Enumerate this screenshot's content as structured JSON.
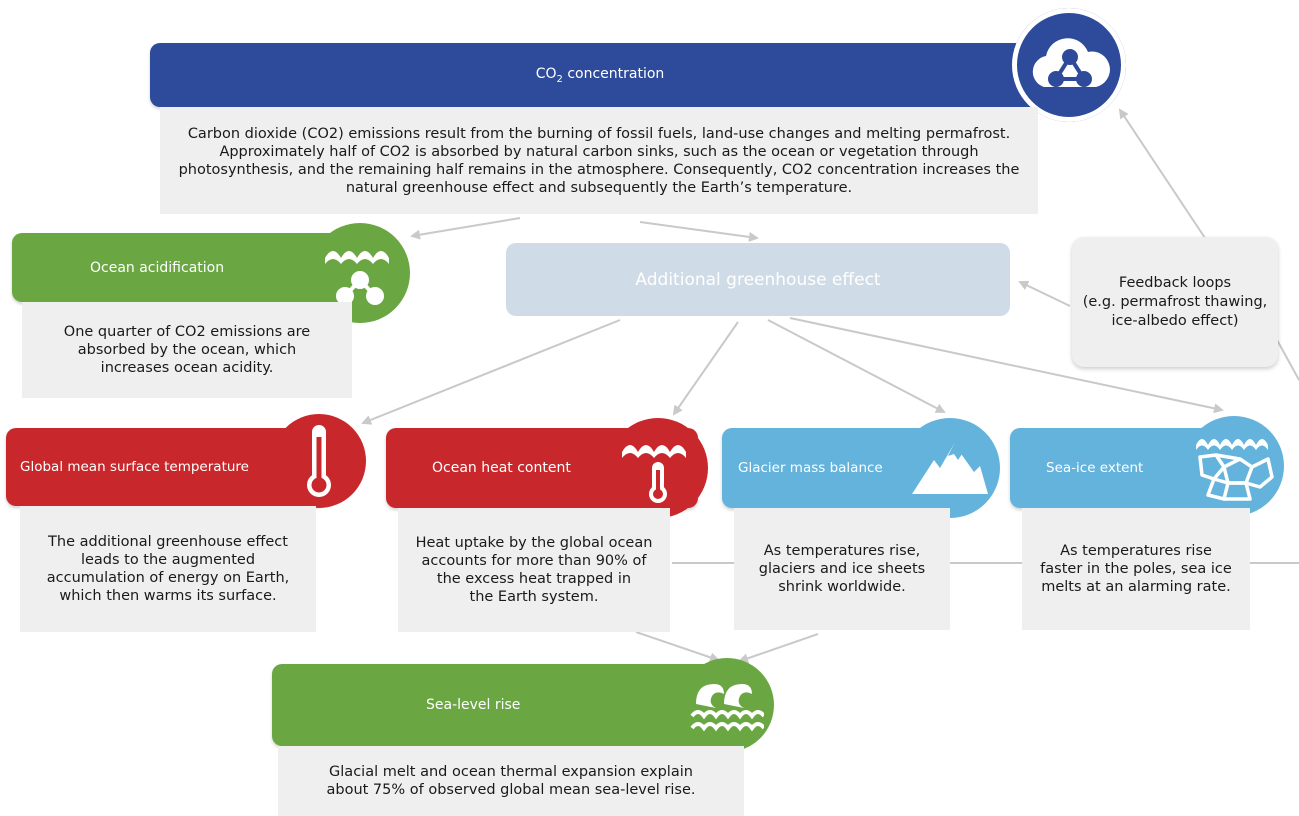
{
  "co2": {
    "title_prefix": "CO",
    "title_sub": "2",
    "title_suffix": " concentration",
    "desc_line1": "Carbon dioxide (CO2) emissions result from the burning of fossil fuels, land-use changes and melting permafrost.",
    "desc_line2": "Approximately half of CO2 is absorbed by natural carbon sinks, such as the ocean or vegetation through",
    "desc_line3": "photosynthesis, and the remaining half remains in the atmosphere. Consequently, CO2 concentration increases the",
    "desc_line4": "natural greenhouse effect and subsequently the Earth’s temperature."
  },
  "ocean_acid": {
    "title": "Ocean acidification",
    "desc_line1": "One quarter of CO2 emissions are",
    "desc_line2": "absorbed by the ocean, which",
    "desc_line3": "increases ocean acidity."
  },
  "greenhouse": {
    "title": "Additional greenhouse effect"
  },
  "feedback": {
    "line1": "Feedback loops",
    "line2": "(e.g. permafrost thawing,",
    "line3": "ice-albedo effect)"
  },
  "gmst": {
    "title": "Global mean surface temperature",
    "desc_line1": "The additional greenhouse effect",
    "desc_line2": "leads to the augmented",
    "desc_line3": "accumulation of energy on Earth,",
    "desc_line4": "which then warms its surface."
  },
  "ohc": {
    "title": "Ocean heat content",
    "desc_line1": "Heat uptake by the global ocean",
    "desc_line2": "accounts for more than 90% of",
    "desc_line3": "the excess heat trapped in",
    "desc_line4": "the Earth system."
  },
  "glacier": {
    "title": "Glacier mass balance",
    "desc_line1": "As temperatures rise,",
    "desc_line2": "glaciers and ice sheets",
    "desc_line3": "shrink worldwide."
  },
  "seaice": {
    "title": "Sea-ice extent",
    "desc_line1": "As temperatures rise",
    "desc_line2": "faster in the poles, sea ice",
    "desc_line3": "melts at an alarming rate."
  },
  "sealevel": {
    "title": "Sea-level rise",
    "desc_line1": "Glacial melt and ocean thermal expansion explain",
    "desc_line2": "about 75% of observed global mean sea-level rise."
  },
  "icons": [
    "cloud-molecule-icon",
    "wave-molecule-icon",
    "thermometer-icon",
    "wave-thermometer-icon",
    "mountain-icon",
    "sea-ice-icon",
    "waves-icon"
  ],
  "colors": {
    "blue": "#2e4a9a",
    "green": "#6aa743",
    "red": "#c8282b",
    "sky": "#64b3dc",
    "pale": "#cfdbe6",
    "grey": "#efefef"
  }
}
